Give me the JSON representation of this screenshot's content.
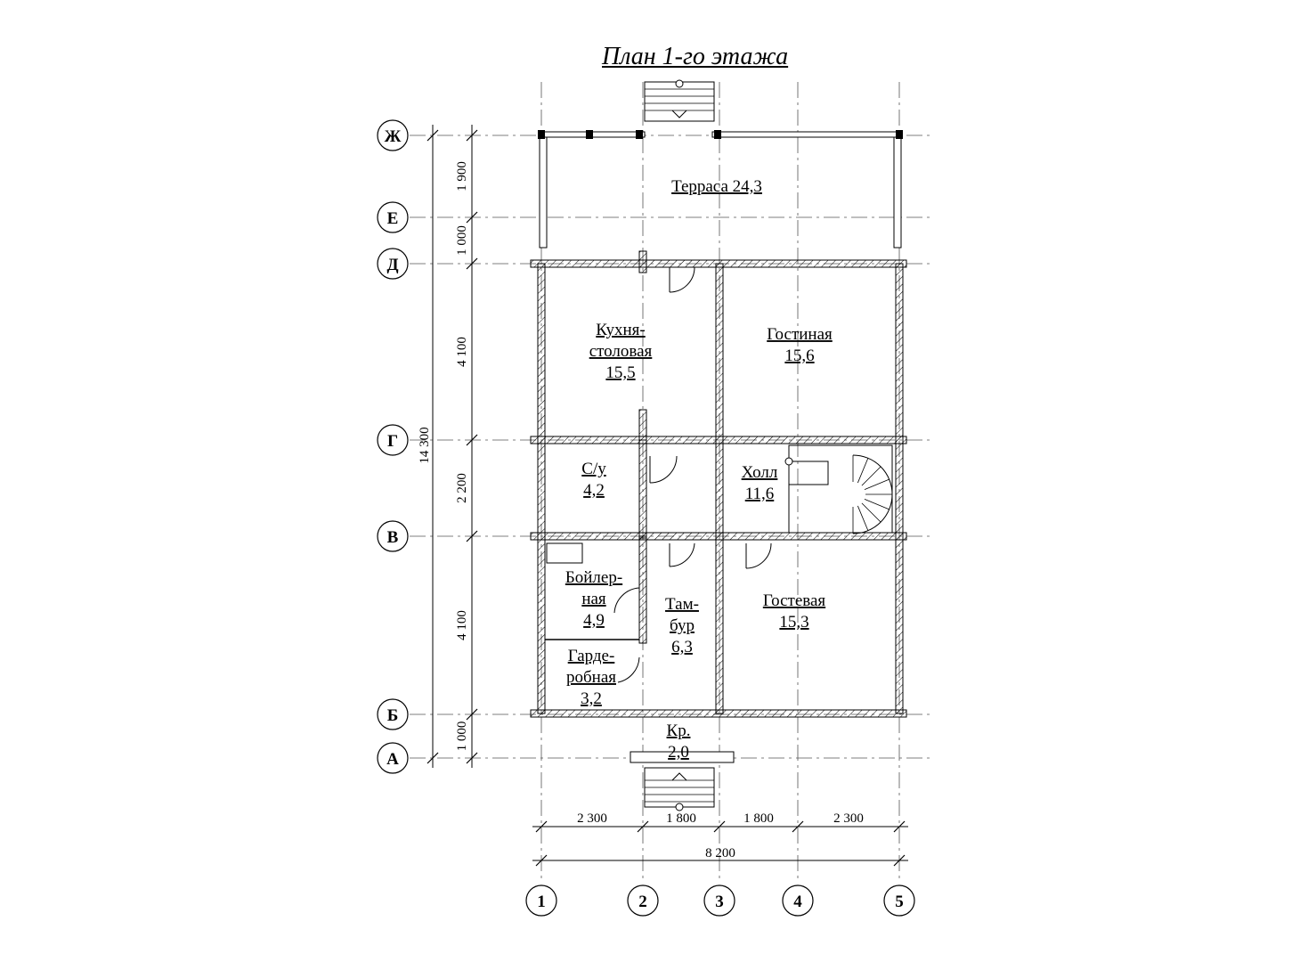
{
  "title": "План 1-го этажа",
  "rows": [
    {
      "label": "Ж",
      "dim": "1 900"
    },
    {
      "label": "Е",
      "dim": "1 000"
    },
    {
      "label": "Д",
      "dim": "4 100"
    },
    {
      "label": "Г",
      "dim": "2 200"
    },
    {
      "label": "В",
      "dim": "4 100"
    },
    {
      "label": "Б",
      "dim": "1 000"
    },
    {
      "label": "А",
      "dim": ""
    }
  ],
  "total_height": "14 300",
  "columns": [
    {
      "label": "1",
      "dim": "2 300"
    },
    {
      "label": "2",
      "dim": "1 800"
    },
    {
      "label": "3",
      "dim": "1 800"
    },
    {
      "label": "4",
      "dim": "2 300"
    },
    {
      "label": "5",
      "dim": ""
    }
  ],
  "total_width": "8 200",
  "rooms": [
    {
      "lines": [
        "Терраса 24,3"
      ]
    },
    {
      "lines": [
        "Кухня-",
        "столовая",
        "15,5"
      ]
    },
    {
      "lines": [
        "Гостиная",
        "15,6"
      ]
    },
    {
      "lines": [
        "С/у",
        "4,2"
      ]
    },
    {
      "lines": [
        "Холл",
        "11,6"
      ]
    },
    {
      "lines": [
        "Бойлер-",
        "ная",
        "4,9"
      ]
    },
    {
      "lines": [
        "Гарде-",
        "робная",
        "3,2"
      ]
    },
    {
      "lines": [
        "Там-",
        "бур",
        "6,3"
      ]
    },
    {
      "lines": [
        "Гостевая",
        "15,3"
      ]
    },
    {
      "lines": [
        "Кр.",
        "2,0"
      ]
    }
  ]
}
